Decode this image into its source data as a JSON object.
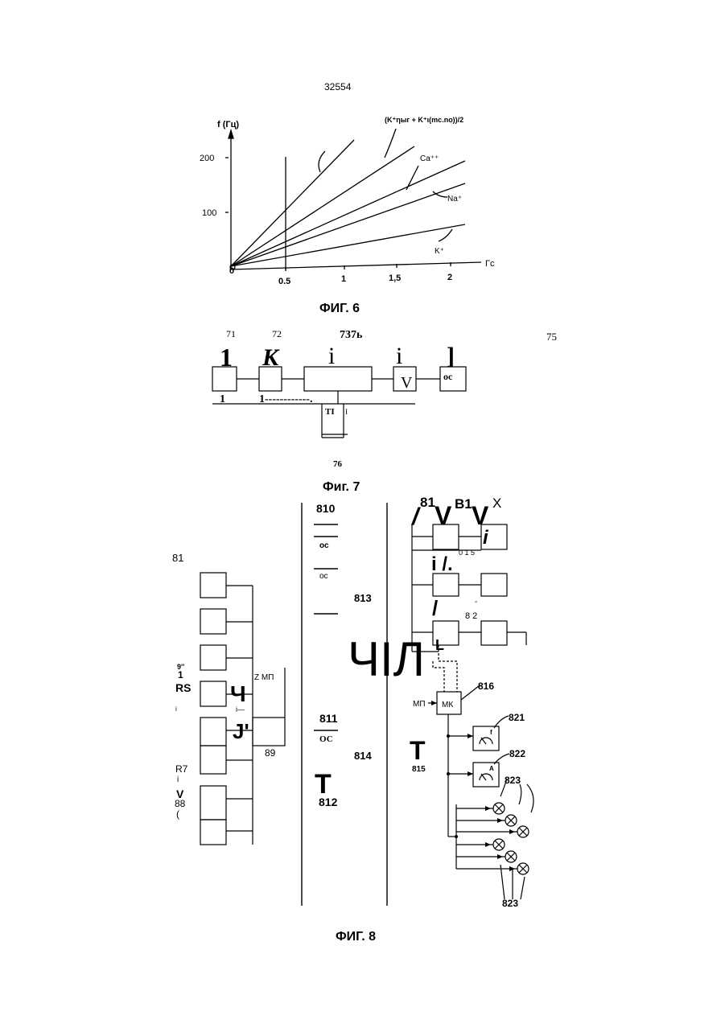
{
  "page_number": "32554",
  "fig6": {
    "caption": "ФИГ. 6",
    "y_axis_label": "f (Гц)",
    "x_axis_label": "Гс",
    "y_ticks": [
      "200",
      "100"
    ],
    "x_ticks": [
      "0",
      "0.5",
      "1",
      "1,5",
      "2"
    ],
    "curve_labels": [
      "(K⁺ηыг + K⁺ι(mc.no))/2",
      "Ca⁺⁺",
      "Na⁺",
      "K⁺"
    ]
  },
  "fig7": {
    "caption": "Фиг. 7",
    "labels": [
      "71",
      "72",
      "737ь",
      "75",
      "76"
    ],
    "glyphs": [
      "1",
      "К",
      "i",
      "i",
      "]"
    ],
    "box_texts": [
      "V",
      "ос",
      "TI",
      "I"
    ],
    "bottom_marks": [
      "1",
      "1------------."
    ]
  },
  "fig8": {
    "caption": "ФИГ. 8",
    "left_labels": [
      "81",
      "9''",
      "1",
      "RS",
      "i",
      "R7",
      "i",
      "V",
      "88",
      "(",
      "Ч",
      "i—",
      "J'",
      "Z МП",
      "89"
    ],
    "middle_labels": [
      "810",
      "ос",
      "ос",
      "813",
      "811",
      "ОС",
      "814",
      "T",
      "812"
    ],
    "right_labels": [
      "/",
      "81",
      "V",
      "B1",
      "V",
      "X",
      "i",
      "i /.",
      "0 1 5",
      "/",
      "-",
      "8 2",
      "ЧІЛ",
      "L",
      "МП",
      "МК",
      "816",
      "T",
      "815",
      "821",
      "822",
      "823",
      "823"
    ],
    "meter_symbols": [
      "f",
      "A"
    ]
  }
}
